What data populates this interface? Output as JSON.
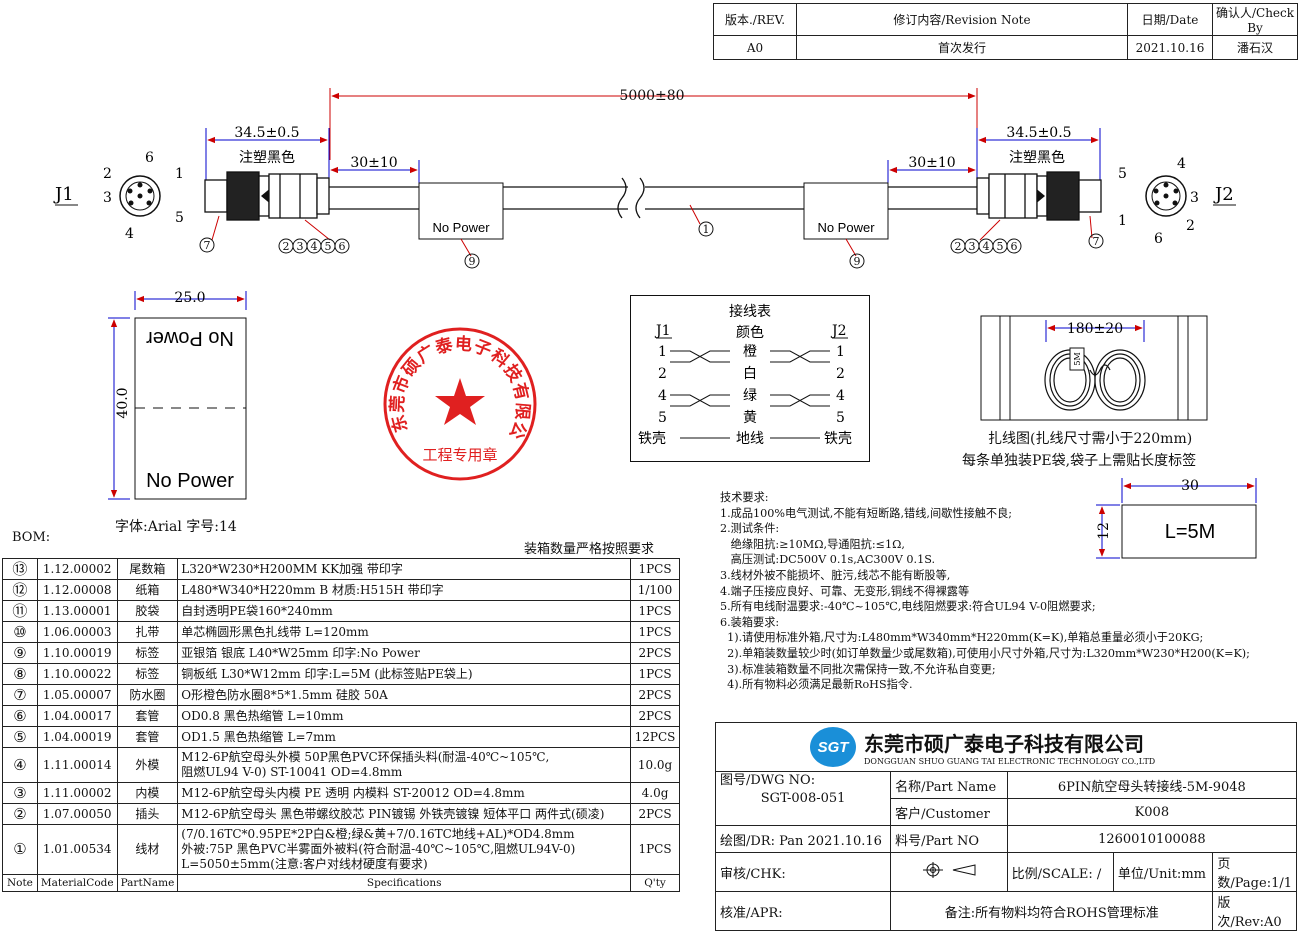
{
  "revision": {
    "headers": [
      "版本./REV.",
      "修订内容/Revision Note",
      "日期/Date",
      "确认人/Check By"
    ],
    "row": [
      "A0",
      "首次发行",
      "2021.10.16",
      "潘石汉"
    ]
  },
  "drawing": {
    "total_length": "5000±80",
    "overmold_left": "34.5±0.5",
    "overmold_right": "34.5±0.5",
    "overmold_note": "注塑黑色",
    "label_offset_left": "30±10",
    "label_offset_right": "30±10",
    "j1": "J1",
    "j2": "J2",
    "pin_numbers_j1": [
      "6",
      "1",
      "2",
      "3",
      "4",
      "5"
    ],
    "pin_numbers_j2": [
      "5",
      "4",
      "3",
      "1",
      "6",
      "2"
    ],
    "label_text": "No Power",
    "callouts": {
      "c1": "1",
      "c7": "7",
      "c9": "9",
      "c2_6": [
        "2",
        "3",
        "4",
        "5",
        "6"
      ]
    }
  },
  "label_detail": {
    "width": "25.0",
    "height": "40.0",
    "text_top": "No Power",
    "text_bottom": "No Power",
    "font_note": "字体:Arial 字号:14"
  },
  "stamp": {
    "company": "东莞市硕广泰电子科技有限公司",
    "bottom": "工程专用章"
  },
  "wiring": {
    "title": "接线表",
    "color_header": "颜色",
    "j1": "J1",
    "j2": "J2",
    "rows": [
      {
        "left": "1",
        "color": "橙",
        "right": "1"
      },
      {
        "left": "2",
        "color": "白",
        "right": "2"
      },
      {
        "left": "4",
        "color": "绿",
        "right": "4"
      },
      {
        "left": "5",
        "color": "黄",
        "right": "5"
      }
    ],
    "shell_left": "铁壳",
    "shell_mid": "地线",
    "shell_right": "铁壳"
  },
  "coil": {
    "dim": "180±20",
    "caption1": "扎线图(扎线尺寸需小于220mm)",
    "caption2": "每条单独装PE袋,袋子上需贴长度标签",
    "tag_text": "5M"
  },
  "length_label": {
    "width": "30",
    "height": "12",
    "text": "L=5M"
  },
  "tech_requirements": [
    "技术要求:",
    "1.成品100%电气测试,不能有短断路,错线,间歇性接触不良;",
    "2.测试条件:",
    "   绝缘阻抗:≥10MΩ,导通阻抗:≤1Ω,",
    "   高压测试:DC500V 0.1s,AC300V 0.1S.",
    "3.线材外被不能损坏、脏污,线芯不能有断股等,",
    "4.端子压接应良好、可靠、无变形,铜线不得裸露等",
    "5.所有电线耐温要求:-40℃~105℃,电线阻燃要求:符合UL94 V-0阻燃要求;",
    "6.装箱要求:",
    "  1).请使用标准外箱,尺寸为:L480mm*W340mm*H220mm(K=K),单箱总重量必须小于20KG;",
    "  2).单箱装数量较少时(如订单数量少或尾数箱),可使用小尺寸外箱,尺寸为:L320mm*W230*H200(K=K);",
    "  3).标准装箱数量不同批次需保持一致,不允许私自变更;",
    "  4).所有物料必须满足最新RoHS指令."
  ],
  "bom": {
    "title": "BOM:",
    "note": "装箱数量严格按照要求",
    "headers": [
      "Note",
      "MaterialCode",
      "PartName",
      "Specifications",
      "Q'ty"
    ],
    "rows": [
      {
        "note": "⑬",
        "code": "1.12.00002",
        "name": "尾数箱",
        "spec": "L320*W230*H200MM KK加强 带印字",
        "qty": "1PCS"
      },
      {
        "note": "⑫",
        "code": "1.12.00008",
        "name": "纸箱",
        "spec": "L480*W340*H220mm B 材质:H515H 带印字",
        "qty": "1/100"
      },
      {
        "note": "⑪",
        "code": "1.13.00001",
        "name": "胶袋",
        "spec": "自封透明PE袋160*240mm",
        "qty": "1PCS"
      },
      {
        "note": "⑩",
        "code": "1.06.00003",
        "name": "扎带",
        "spec": "单芯椭圆形黑色扎线带 L=120mm",
        "qty": "1PCS"
      },
      {
        "note": "⑨",
        "code": "1.10.00019",
        "name": "标签",
        "spec": "亚银箔 银底 L40*W25mm 印字:No Power",
        "qty": "2PCS"
      },
      {
        "note": "⑧",
        "code": "1.10.00022",
        "name": "标签",
        "spec": "铜板纸 L30*W12mm 印字:L=5M (此标签贴PE袋上)",
        "qty": "1PCS"
      },
      {
        "note": "⑦",
        "code": "1.05.00007",
        "name": "防水圈",
        "spec": "O形橙色防水圈8*5*1.5mm 硅胶 50A",
        "qty": "2PCS"
      },
      {
        "note": "⑥",
        "code": "1.04.00017",
        "name": "套管",
        "spec": "OD0.8 黑色热缩管 L=10mm",
        "qty": "2PCS"
      },
      {
        "note": "⑤",
        "code": "1.04.00019",
        "name": "套管",
        "spec": "OD1.5 黑色热缩管 L=7mm",
        "qty": "12PCS"
      },
      {
        "note": "④",
        "code": "1.11.00014",
        "name": "外模",
        "spec": "M12-6P航空母头外模 50P黑色PVC环保插头料(耐温-40℃~105℃,\n阻燃UL94 V-0) ST-10041 OD=4.8mm",
        "qty": "10.0g"
      },
      {
        "note": "③",
        "code": "1.11.00002",
        "name": "内模",
        "spec": "M12-6P航空母头内模 PE 透明 内模料 ST-20012 OD=4.8mm",
        "qty": "4.0g"
      },
      {
        "note": "②",
        "code": "1.07.00050",
        "name": "插头",
        "spec": "M12-6P航空母头 黑色带螺纹胶芯 PIN镀锡 外铁壳镀镍 短体平口 两件式(硕凌)",
        "qty": "2PCS"
      },
      {
        "note": "①",
        "code": "1.01.00534",
        "name": "线材",
        "spec": "(7/0.16TC*0.95PE*2P白&橙;绿&黄+7/0.16TC地线+AL)*OD4.8mm\n外被:75P 黑色PVC半雾面外被料(符合耐温-40℃~105℃,阻燃UL94V-0)\nL=5050±5mm(注意:客户对线材硬度有要求)",
        "qty": "1PCS"
      }
    ]
  },
  "title_block": {
    "logo": "SGT",
    "company_cn": "东莞市硕广泰电子科技有限公司",
    "company_en": "DONGGUAN SHUO GUANG TAI ELECTRONIC TECHNOLOGY CO.,LTD",
    "dwg_label": "图号/DWG NO:",
    "dwg_no": "SGT-008-051",
    "part_name_label": "名称/Part Name",
    "part_name": "6PIN航空母头转接线-5M-9048",
    "customer_label": "客户/Customer",
    "customer": "K008",
    "dr_label": "绘图/DR: Pan 2021.10.16",
    "part_no_label": "料号/Part NO",
    "part_no": "1260010100088",
    "chk_label": "审核/CHK:",
    "scale_label": "比例/SCALE: /",
    "unit_label": "单位/Unit:mm",
    "page_label": "页数/Page:1/1",
    "apr_label": "核准/APR:",
    "note": "备注:所有物料均符合ROHS管理标准",
    "rev_label": "版次/Rev:A0"
  }
}
